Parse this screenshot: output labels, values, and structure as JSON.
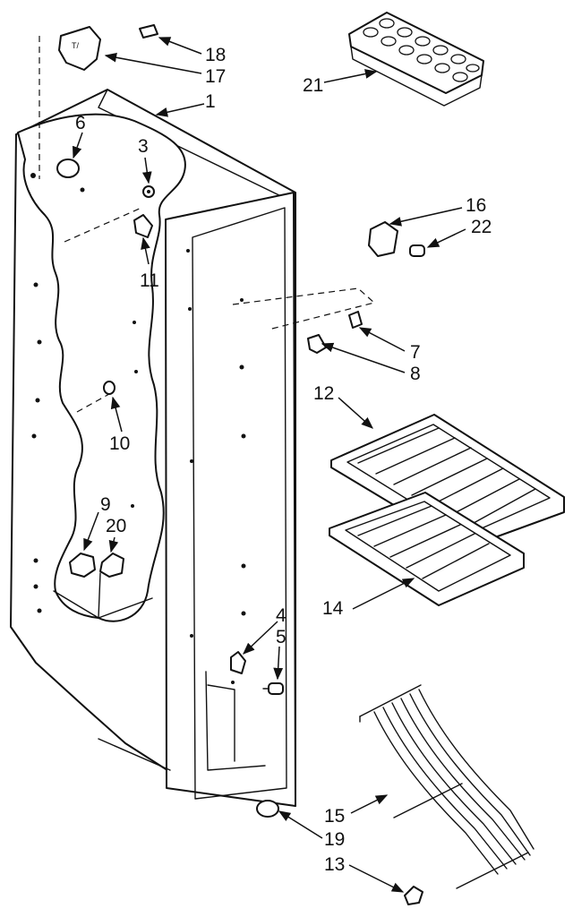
{
  "callouts": {
    "c1": "1",
    "c3": "3",
    "c4": "4",
    "c5": "5",
    "c6": "6",
    "c7": "7",
    "c8": "8",
    "c9": "9",
    "c10": "10",
    "c11": "11",
    "c12": "12",
    "c13": "13",
    "c14": "14",
    "c15": "15",
    "c16": "16",
    "c17": "17",
    "c18": "18",
    "c19": "19",
    "c20": "20",
    "c21": "21",
    "c22": "22"
  },
  "colors": {
    "ink": "#111111",
    "paper": "#ffffff"
  }
}
